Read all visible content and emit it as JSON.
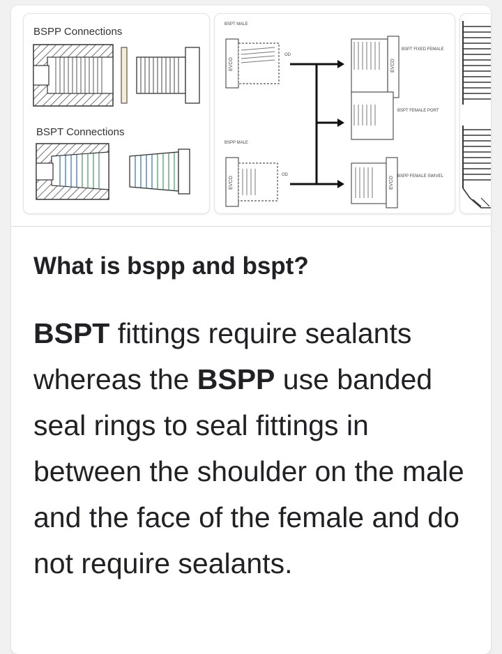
{
  "images": {
    "thumb1": {
      "title_top": "BSPP Connections",
      "title_bottom": "BSPT Connections"
    },
    "thumb2": {
      "label_bspt_male": "BSPT MALE",
      "label_bspp_male": "BSPP MALE",
      "label_bspt_fixed_female": "BSPT FIXED FEMALE",
      "label_bspt_female_port": "BSPT FEMALE PORT",
      "label_bspp_female_swivel": "BSPP FEMALE SWIVEL",
      "label_evco": "EVCO",
      "label_od": "OD"
    }
  },
  "answer": {
    "question": "What is bspp and bspt?",
    "bold1": "BSPT",
    "text1": " fittings require sealants whereas the ",
    "bold2": "BSPP",
    "text2": " use banded seal rings to seal fittings in between the shoulder on the male and the face of the female and do not require sealants."
  },
  "colors": {
    "text": "#202124",
    "background": "#f1f1f1",
    "card": "#ffffff",
    "divider": "#dadce0"
  }
}
